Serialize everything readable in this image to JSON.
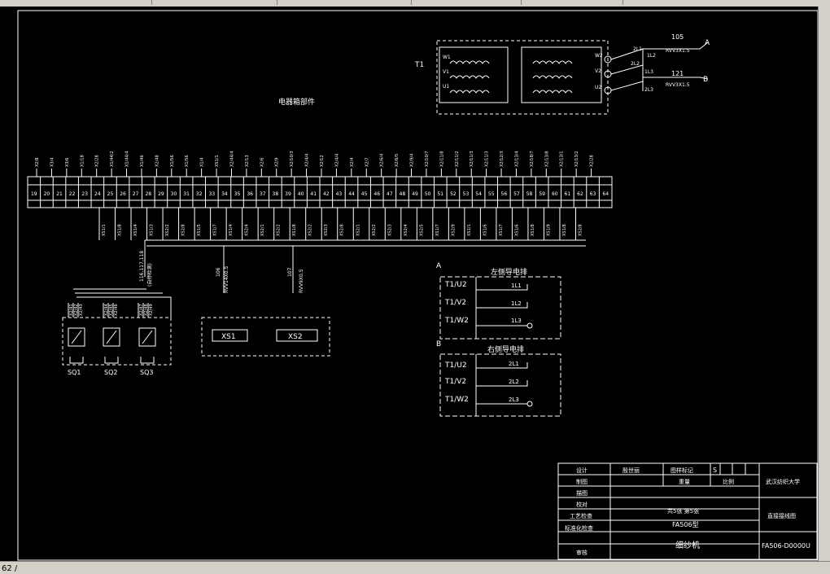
{
  "colors": {
    "background": "#000000",
    "lines": "#ffffff",
    "chrome": "#d4d0c8"
  },
  "status_bar": {
    "tab_label": "62 /"
  },
  "transformer": {
    "label": "T1",
    "left_taps": [
      "W1",
      "V1",
      "U1"
    ],
    "right_taps": [
      "W2",
      "V2",
      "U2"
    ],
    "out_taps": [
      "2L1",
      "1L2",
      "2L2",
      "1L3",
      "2L3"
    ],
    "cable_a": {
      "num": "105",
      "type": "RVV3X1.5",
      "end": "A"
    },
    "cable_b": {
      "num": "121",
      "type": "RVV3X1.5",
      "end": "B"
    }
  },
  "box_title": "电器箱部件",
  "terminals": [
    "19",
    "20",
    "21",
    "22",
    "23",
    "24",
    "25",
    "26",
    "27",
    "28",
    "29",
    "30",
    "31",
    "32",
    "33",
    "34",
    "35",
    "36",
    "37",
    "38",
    "39",
    "40",
    "41",
    "42",
    "43",
    "44",
    "45",
    "46",
    "47",
    "48",
    "49",
    "50",
    "51",
    "52",
    "53",
    "54",
    "55",
    "56",
    "57",
    "58",
    "59",
    "60",
    "61",
    "62",
    "63",
    "64"
  ],
  "top_wires": [
    "X2/8",
    "X3/4",
    "X3/6",
    "X1/18",
    "X2/28",
    "X1/44/2",
    "X1/44/4",
    "X1/46",
    "X2/48",
    "X1/56",
    "X1/56",
    "X1/4",
    "XS1/1",
    "X2/44/4",
    "X2/13",
    "X2/6",
    "X2/9",
    "X2/10/3",
    "X2/4/4",
    "X2/12",
    "X2/4/4",
    "X2/4",
    "X2/7",
    "X2/6/4",
    "X2/6/5",
    "X2/9/4",
    "X2/10/7",
    "X2/11/8",
    "X2/11/2",
    "X2/11/3",
    "X2/11/3",
    "X2/12/3",
    "X2/13/4",
    "X2/18/7",
    "X2/13/8",
    "X2/13/1",
    "X2/13/2",
    "X2/28"
  ],
  "bottom_wires": [
    "XS1/1",
    "XS1/8",
    "XS1/4",
    "XS1/3",
    "XS2/2",
    "XS2/8",
    "XS1/5",
    "XS1/7",
    "XS1/4",
    "XS2/4",
    "XS2/1",
    "XS2/2",
    "XS1/8",
    "XS2/2",
    "XS2/3",
    "XS2/8",
    "XS2/1",
    "XS2/2",
    "XS2/3",
    "XS2/4",
    "XS2/5",
    "XS1/7",
    "XS2/9",
    "XS1/1",
    "XS1/6",
    "XS1/7",
    "XS1/6",
    "XS1/8",
    "XS1/9",
    "XS1/8",
    "XS2/8"
  ],
  "cables": [
    {
      "num": "116,117,118",
      "note": "(自停检测)"
    },
    {
      "num": "106",
      "type": "RVV14X0.5"
    },
    {
      "num": "107",
      "type": "RVV9X0.5"
    }
  ],
  "sensors": {
    "labels": [
      "SQ1",
      "SQ2",
      "SQ3"
    ],
    "wires": [
      "X2/41",
      "X2/42",
      "X2/43",
      "X2/44",
      "X2/45",
      "X2/46",
      "X2/47",
      "X2/48",
      "X2/49"
    ]
  },
  "connectors": [
    "XS1",
    "XS2"
  ],
  "left_rail": {
    "marker": "A",
    "title": "左侧导电排",
    "rows": [
      {
        "left": "T1/U2",
        "right": "1L1"
      },
      {
        "left": "T1/V2",
        "right": "1L2"
      },
      {
        "left": "T1/W2",
        "right": "1L3"
      }
    ]
  },
  "right_rail": {
    "marker": "B",
    "title": "右侧导电排",
    "rows": [
      {
        "left": "T1/U2",
        "right": "2L1"
      },
      {
        "left": "T1/V2",
        "right": "2L2"
      },
      {
        "left": "T1/W2",
        "right": "2L3"
      }
    ]
  },
  "title_block": {
    "roles": [
      "设计",
      "制图",
      "描图",
      "校对",
      "工艺检查",
      "标准化检查",
      "审核"
    ],
    "designer": "殷世丽",
    "mark_label": "图样标记",
    "mark": "S",
    "weight_label": "重量",
    "scale_label": "比例",
    "sheets": "共5张  第5张",
    "model": "FA506型",
    "product": "细纱机",
    "org": "武汉纺织大学",
    "drawing_title": "直接接线图",
    "drawing_no": "FA506-D0000U"
  }
}
